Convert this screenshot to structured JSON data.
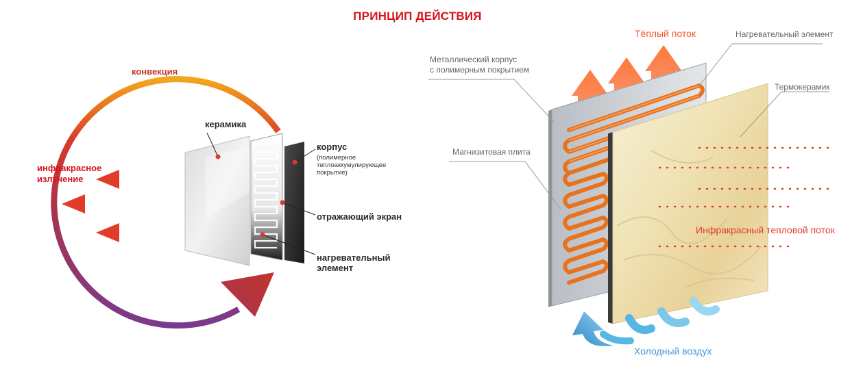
{
  "title": "ПРИНЦИП ДЕЙСТВИЯ",
  "left": {
    "convection": "конвекция",
    "ceramic": "керамика",
    "infrared_line1": "инфракрасное",
    "infrared_line2": "излучение",
    "body_title": "корпус",
    "body_desc1": "(полимерное",
    "body_desc2": "теплоаккумулирующее",
    "body_desc3": "покрытие)",
    "reflector": "отражающий экран",
    "heater_line1": "нагревательный",
    "heater_line2": "элемент"
  },
  "right": {
    "warm_flow": "Тёплый поток",
    "heating_element": "Нагревательный элемент",
    "metal_case_line1": "Металлический корпус",
    "metal_case_line2": "с полимерным покрытием",
    "thermoceramic": "Термокерамик",
    "magnesite_plate": "Магнизитовая плита",
    "infrared_flow": "Инфракрасный тепловой поток",
    "cold_air": "Холодный воздух"
  },
  "colors": {
    "title_red": "#d4141d",
    "convection_start": "#f2a31c",
    "convection_end": "#7a3a8c",
    "warm_orange": "#f25a28",
    "cold_blue": "#4aa6dc",
    "infrared_red": "#e23b2a"
  }
}
